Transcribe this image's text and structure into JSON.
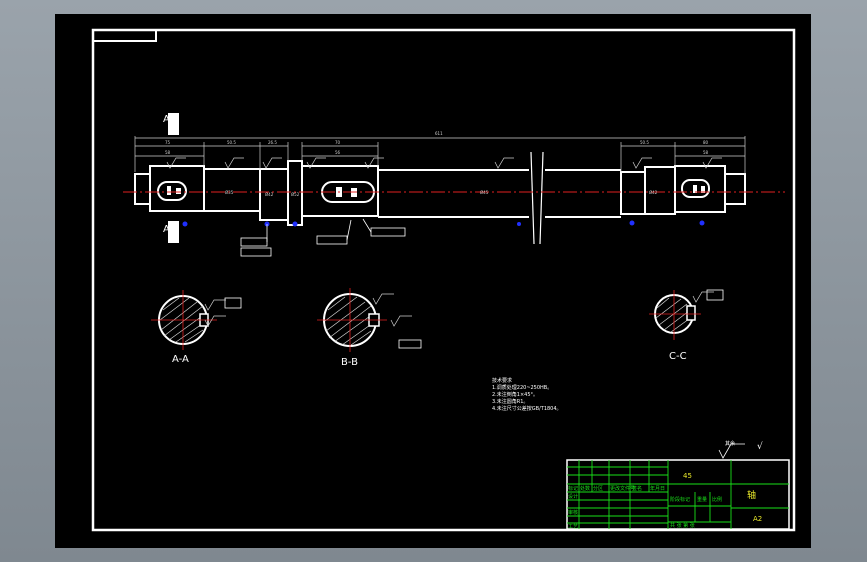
{
  "colors": {
    "background": "#000000",
    "outline": "#ffffff",
    "centerline": "#e02020",
    "dimension": "#d8d8d8",
    "title_block": "#19e019",
    "hatch": "#d8d8d8"
  },
  "sections": {
    "aa_label": "A-A",
    "bb_label": "B-B",
    "cc_label": "C-C",
    "cut_a_top": "A",
    "cut_a_bottom": "A"
  },
  "notes": {
    "title": "技术要求",
    "lines": [
      "1.调质处理220~250HB。",
      "2.未注倒角1×45°。",
      "3.未注圆角R1。",
      "4.未注尺寸公差按GB/T1804。"
    ]
  },
  "roughness": {
    "symbol_text": "其余",
    "value": "√"
  },
  "title_block": {
    "material": "45",
    "part_name": "轴",
    "scale": "A2",
    "row_labels": [
      "标记",
      "处数",
      "分区",
      "更改文件号",
      "签名",
      "年月日"
    ],
    "design_labels": [
      "设计",
      "审核",
      "工艺"
    ],
    "stage_labels": [
      "阶段标记",
      "重量",
      "比例"
    ],
    "sheet_labels": [
      "共 张 第 张"
    ]
  }
}
